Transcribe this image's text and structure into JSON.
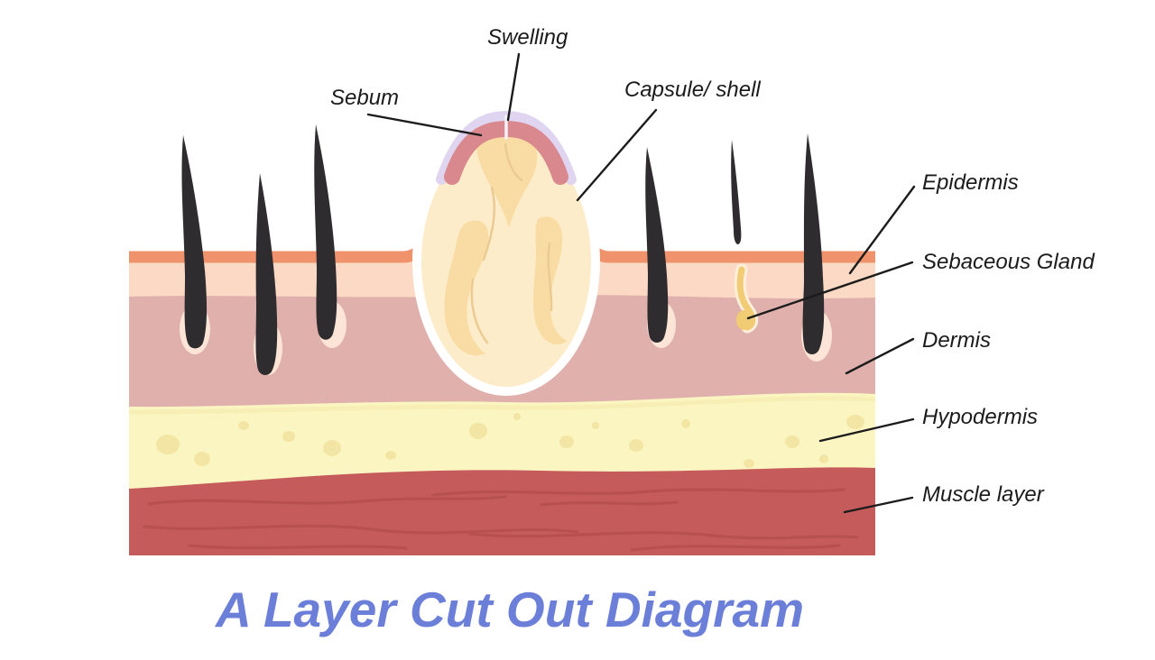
{
  "title": {
    "text": "A Layer Cut Out Diagram",
    "color": "#6b7ed8"
  },
  "labels": {
    "swelling": "Swelling",
    "sebum": "Sebum",
    "capsule_shell": "Capsule/ shell",
    "epidermis": "Epidermis",
    "sebaceous_gland": "Sebaceous Gland",
    "dermis": "Dermis",
    "hypodermis": "Hypodermis",
    "muscle_layer": "Muscle layer"
  },
  "colors": {
    "background": "#ffffff",
    "epidermis_surface": "#f0926c",
    "epidermis_band": "#fcd9c4",
    "dermis": "#e0b0ad",
    "hypodermis": "#fbf5c2",
    "hypodermis_spots": "#f3e5a3",
    "hypodermis_highlight": "#f5ecb0",
    "muscle": "#c55c5b",
    "muscle_fibers": "#b5504e",
    "hair": "#2e2c2e",
    "follicle_outline": "#fce4d7",
    "cyst_capsule": "#ffffff",
    "cyst_fill": "#fcecca",
    "sebum_fill": "#f8dca3",
    "sebum_lines": "#eccb93",
    "swelling_film": "#ddd3f0",
    "inflamed_top": "#d9898e",
    "pore_line": "#f6f0f8",
    "gland": "#f1cc74",
    "label_text": "#1b1b1b",
    "leader_line": "#1c1c1c"
  }
}
